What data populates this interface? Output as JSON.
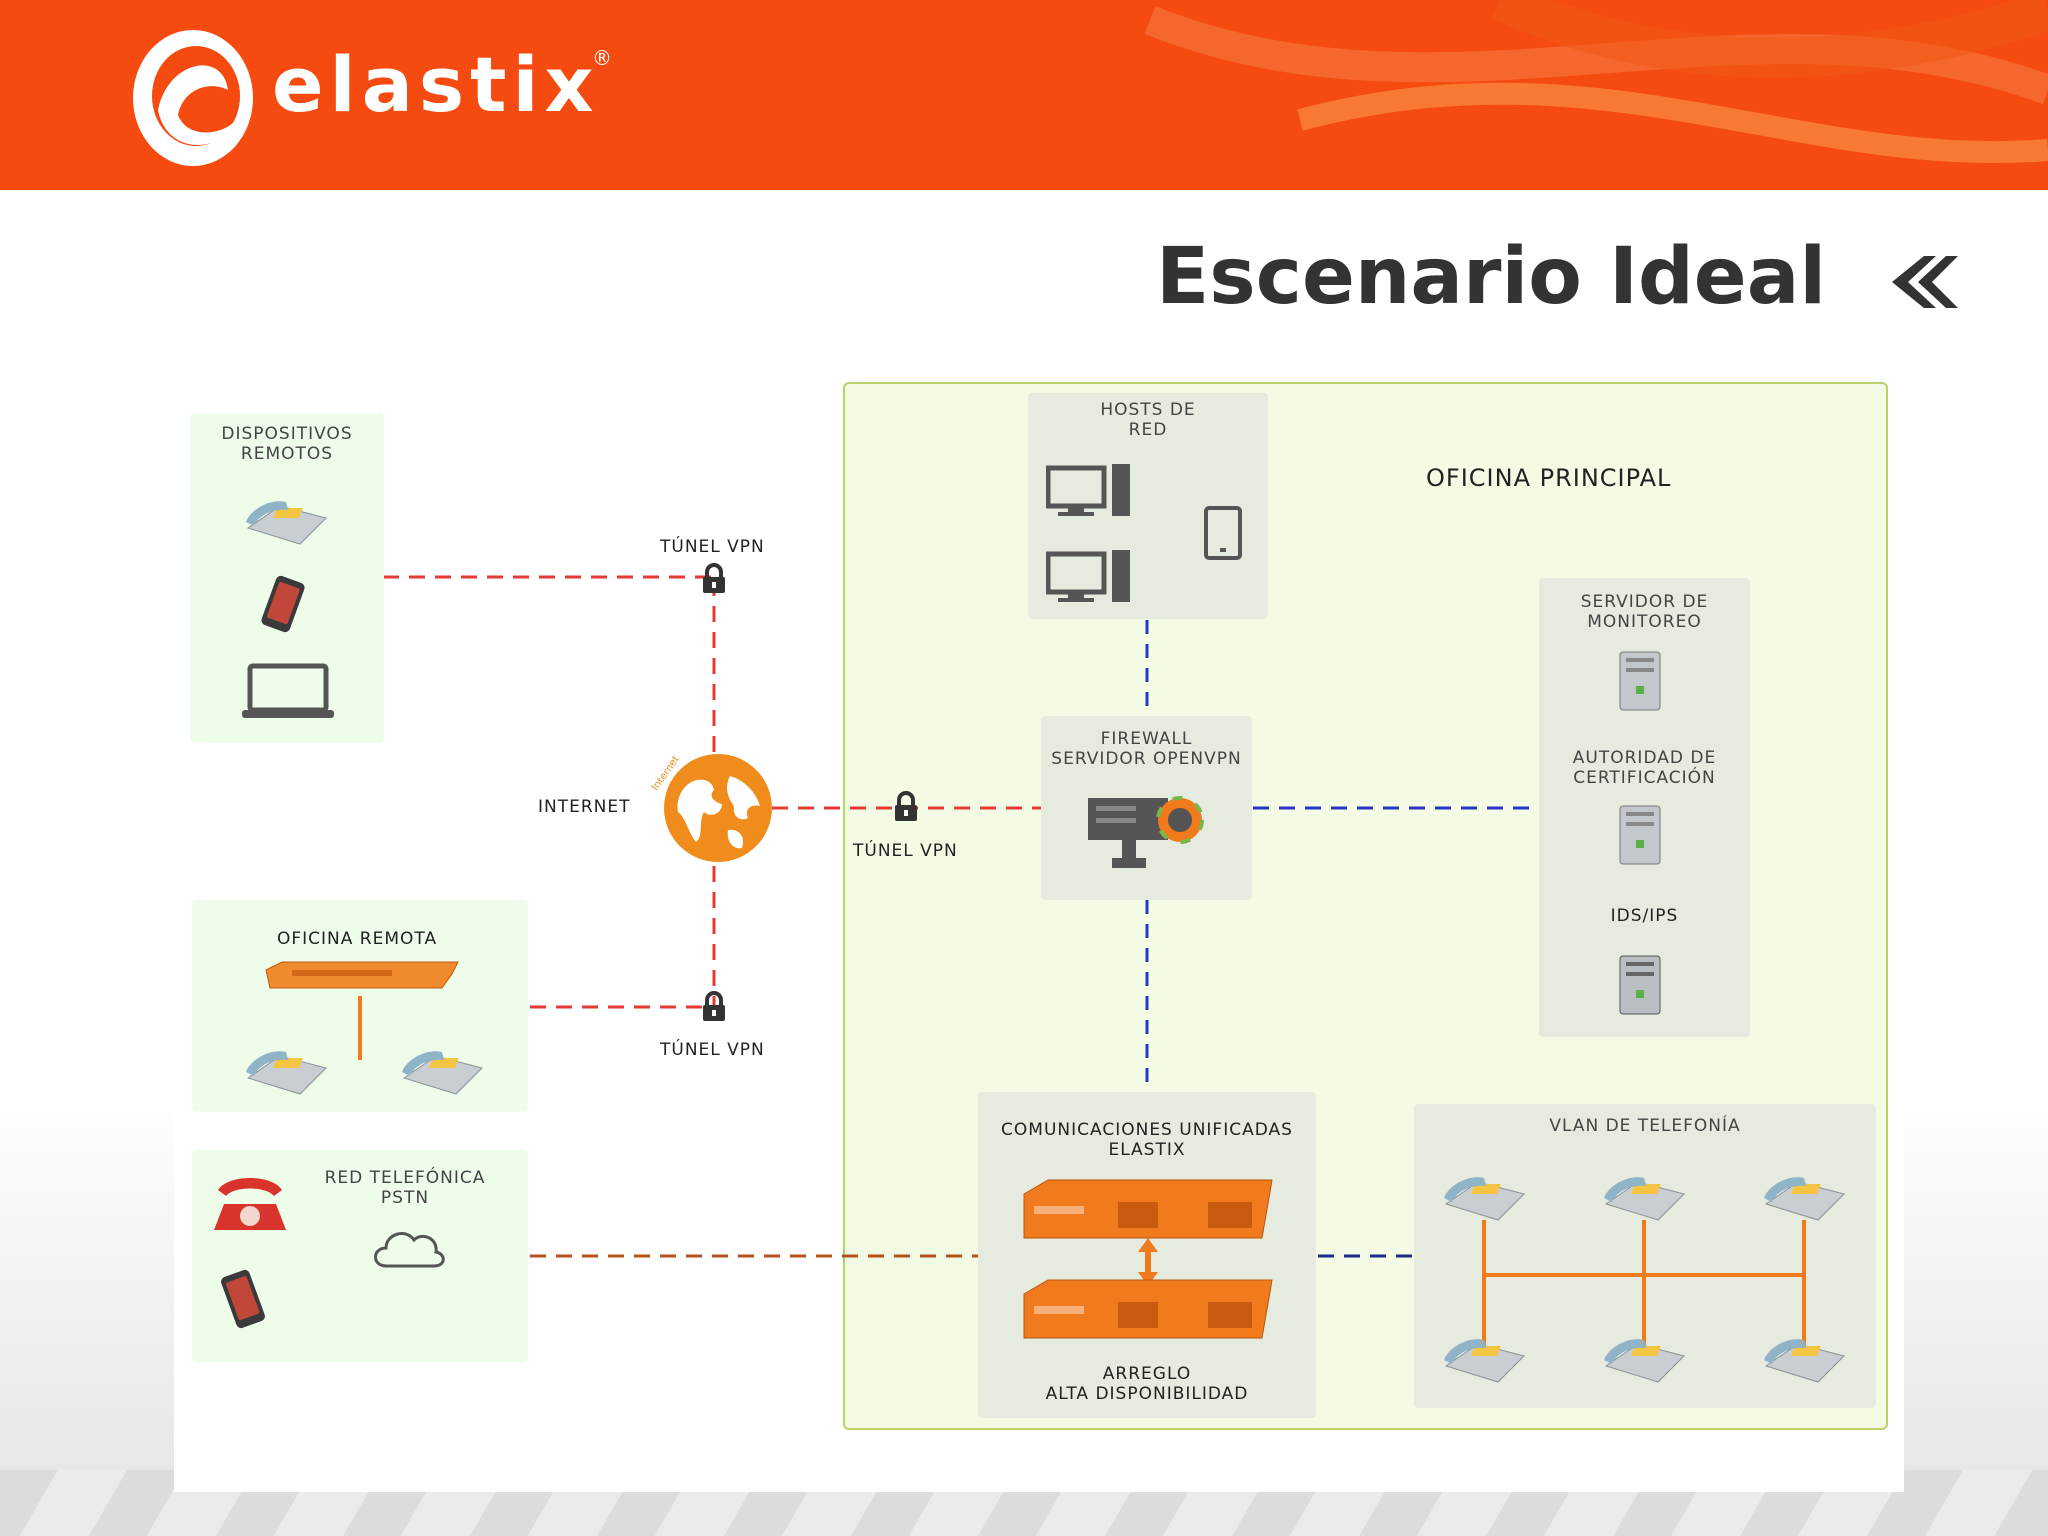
{
  "header": {
    "logo_text": "elastix",
    "registered_mark": "®"
  },
  "title": "Escenario Ideal",
  "title_icon": "double-chevron-left-icon",
  "diagram": {
    "dispositivos_remotos": "DISPOSITIVOS\nREMOTOS",
    "tunel_vpn_top": "TÚNEL VPN",
    "internet": "INTERNET",
    "internet_badge": "Internet",
    "tunel_vpn_mid": "TÚNEL VPN",
    "tunel_vpn_bottom": "TÚNEL VPN",
    "oficina_remota": "OFICINA REMOTA",
    "red_telefonica": "RED TELEFÓNICA\nPSTN",
    "oficina_principal": "OFICINA PRINCIPAL",
    "hosts_de_red": "HOSTS DE\nRED",
    "firewall": "FIREWALL\nSERVIDOR OPENVPN",
    "servidor_monitoreo": "SERVIDOR DE\nMONITOREO",
    "autoridad_certificacion": "AUTORIDAD DE\nCERTIFICACIÓN",
    "ids_ips": "IDS/IPS",
    "comunicaciones": "COMUNICACIONES UNIFICADAS\nELASTIX",
    "arreglo": "ARREGLO\nALTA DISPONIBILIDAD",
    "vlan_telefonia": "VLAN DE TELEFONÍA"
  },
  "colors": {
    "header_orange": "#f54a10",
    "vpn_red": "#e53935",
    "lan_blue": "#2a35c8",
    "pstn_brown": "#b5501a",
    "appliance_orange": "#f07a1c"
  }
}
